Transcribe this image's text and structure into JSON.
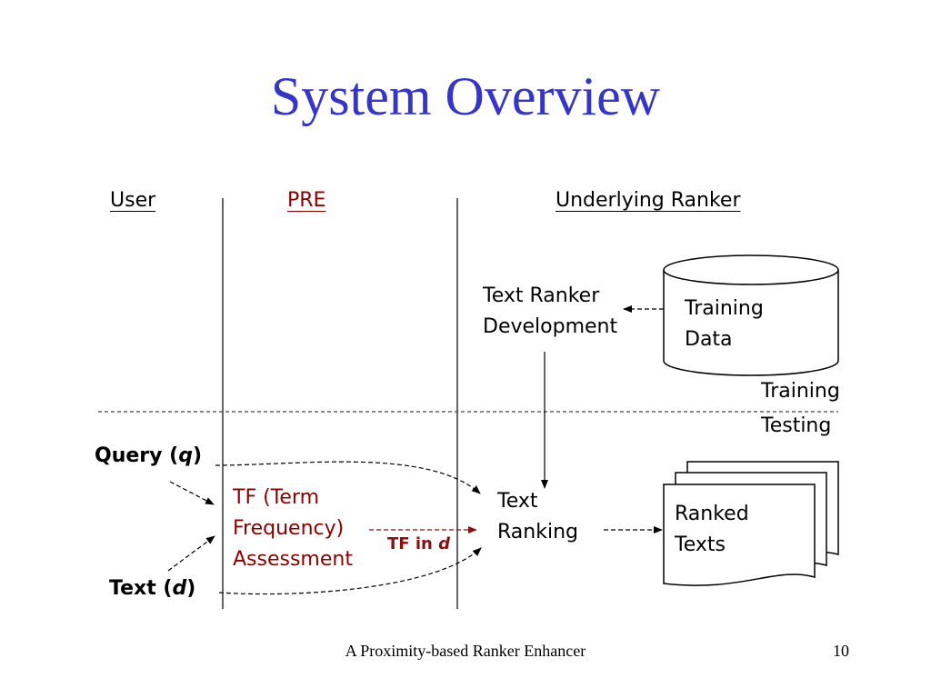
{
  "slide": {
    "title": "System Overview",
    "footer": "A Proximity-based Ranker Enhancer",
    "page_number": "10"
  },
  "lanes": {
    "user": "User",
    "pre": "PRE",
    "ranker": "Underlying Ranker"
  },
  "nodes": {
    "text_ranker_dev": [
      "Text Ranker",
      "Development"
    ],
    "training_data": [
      "Training",
      "Data"
    ],
    "tf_assessment": [
      "TF (Term",
      "Frequency)",
      "Assessment"
    ],
    "text_ranking": [
      "Text",
      "Ranking"
    ],
    "ranked_texts": [
      "Ranked",
      "Texts"
    ]
  },
  "inputs": {
    "query_prefix": "Query (",
    "query_var": "q",
    "query_suffix": ")",
    "text_prefix": "Text (",
    "text_var": "d",
    "text_suffix": ")"
  },
  "edges": {
    "tf_prefix": "TF in ",
    "tf_var": "d"
  },
  "phases": {
    "training": "Training",
    "testing": "Testing"
  },
  "colors": {
    "title": "#3535c8",
    "pre": "#8b0000"
  }
}
